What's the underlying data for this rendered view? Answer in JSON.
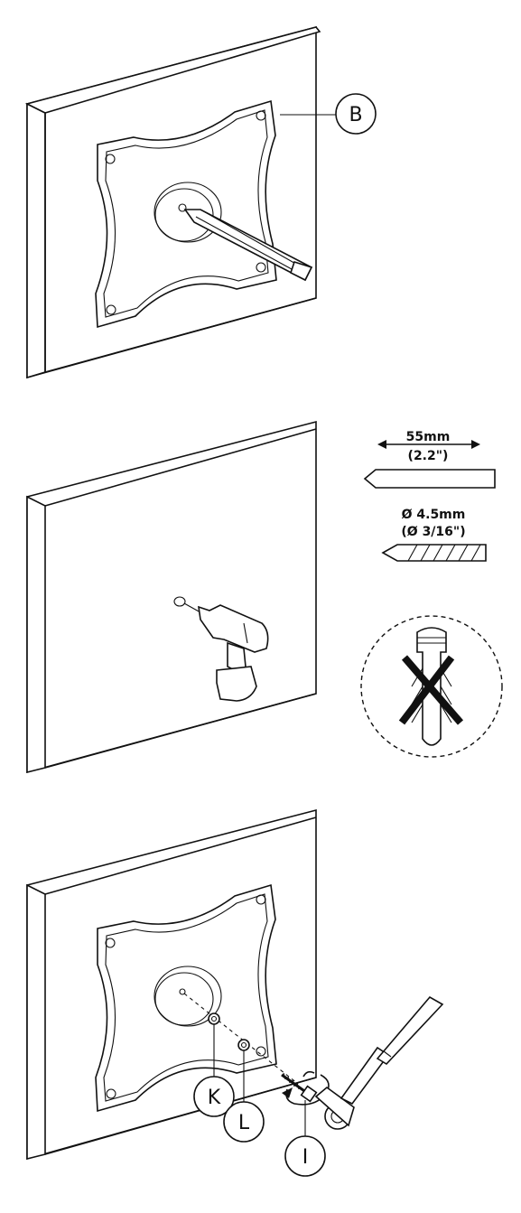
{
  "callouts": {
    "step1_part": "B",
    "step3_parts": [
      "K",
      "L",
      "I"
    ]
  },
  "drill_spec": {
    "depth_metric": "55mm",
    "depth_imperial": "(2.2\")",
    "diameter_metric": "Ø 4.5mm",
    "diameter_imperial": "(Ø 3/16\")"
  },
  "icons": {
    "no_anchor": "no-wall-anchor-icon",
    "drill": "power-drill-icon",
    "ratchet": "ratchet-wrench-icon",
    "pencil": "pencil-icon"
  }
}
